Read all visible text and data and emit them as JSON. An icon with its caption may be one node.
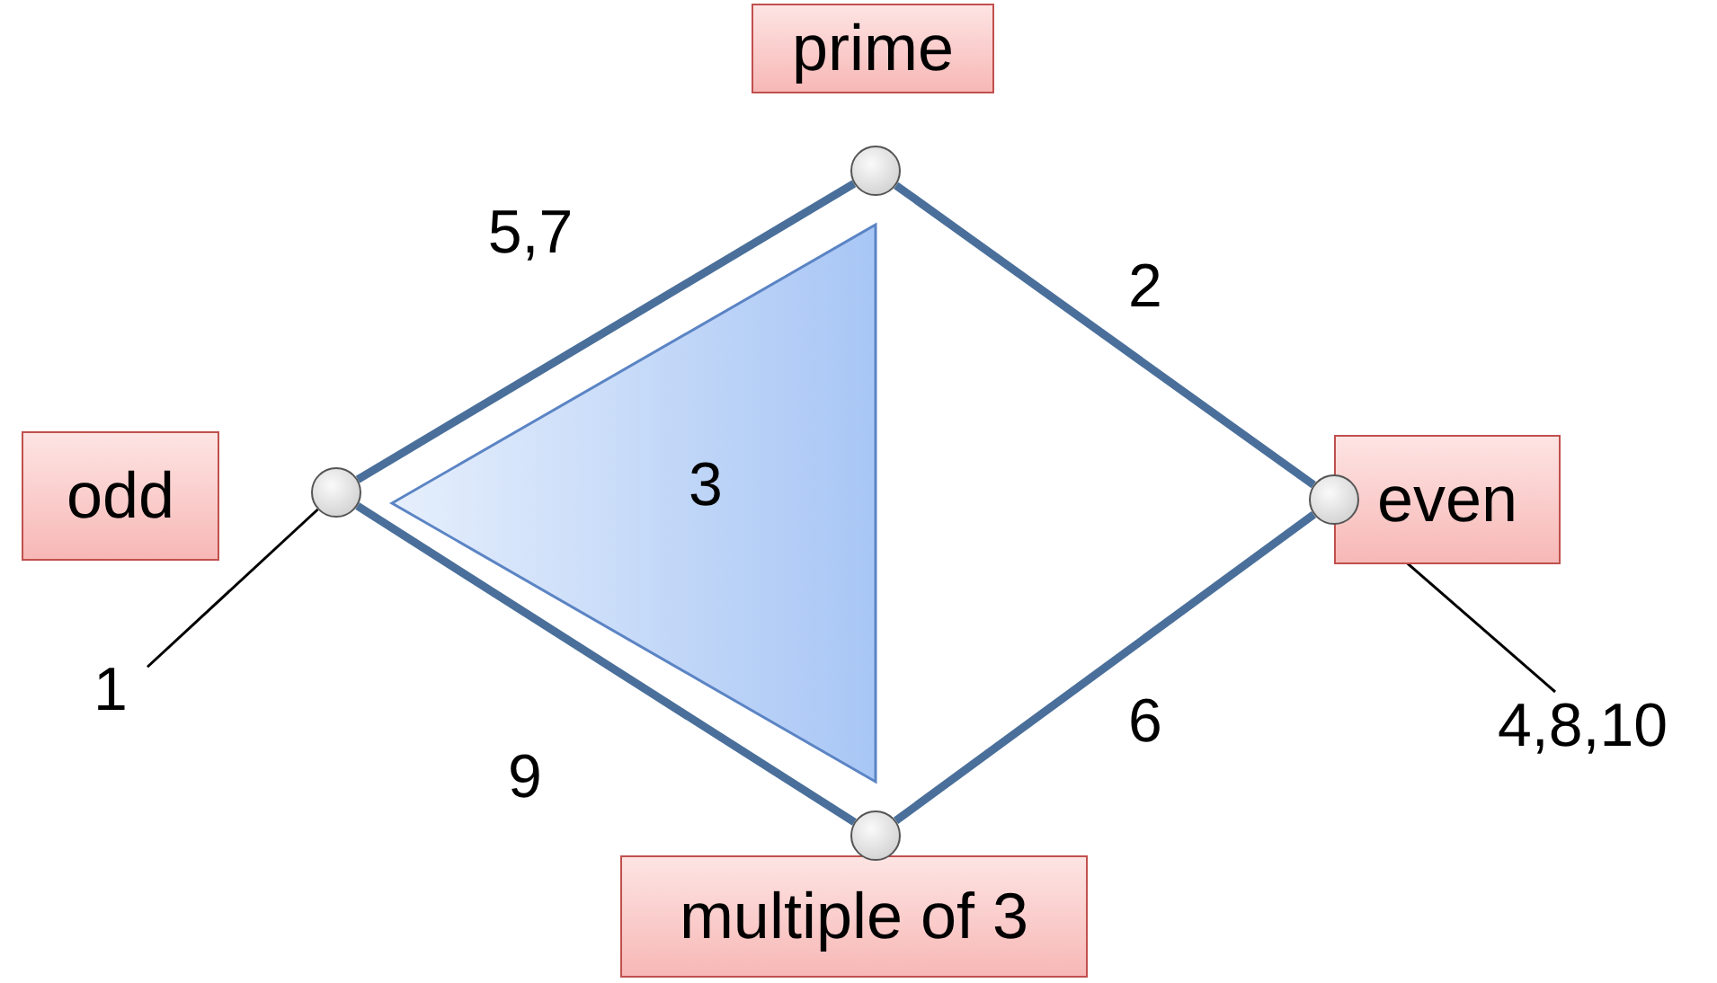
{
  "diagram": {
    "nodes": [
      {
        "text": [
          "prime"
        ]
      },
      {
        "text": [],
        "shape": "circle"
      },
      {
        "text": [
          "odd"
        ]
      },
      {
        "text": [],
        "shape": "circle"
      },
      {
        "text": [
          "3"
        ]
      },
      {
        "text": [
          "even"
        ]
      },
      {
        "text": [],
        "shape": "circle"
      },
      {
        "text": [
          "multiple of 3"
        ]
      },
      {
        "text": [],
        "shape": "circle"
      },
      {
        "text": [
          "1"
        ]
      },
      {
        "text": [
          "4,8,10"
        ]
      }
    ],
    "edges": [
      {
        "from": 3,
        "to": 1,
        "arrow": "none",
        "label": "5,7"
      },
      {
        "from": 1,
        "to": 6,
        "arrow": "none",
        "label": "2"
      },
      {
        "from": 3,
        "to": 8,
        "arrow": "none",
        "label": "9"
      },
      {
        "from": 8,
        "to": 6,
        "arrow": "none",
        "label": "6"
      },
      {
        "from": 9,
        "to": 3,
        "arrow": "none",
        "color": "#000000"
      },
      {
        "from": 10,
        "to": 6,
        "arrow": "none",
        "color": "#000000"
      }
    ]
  }
}
